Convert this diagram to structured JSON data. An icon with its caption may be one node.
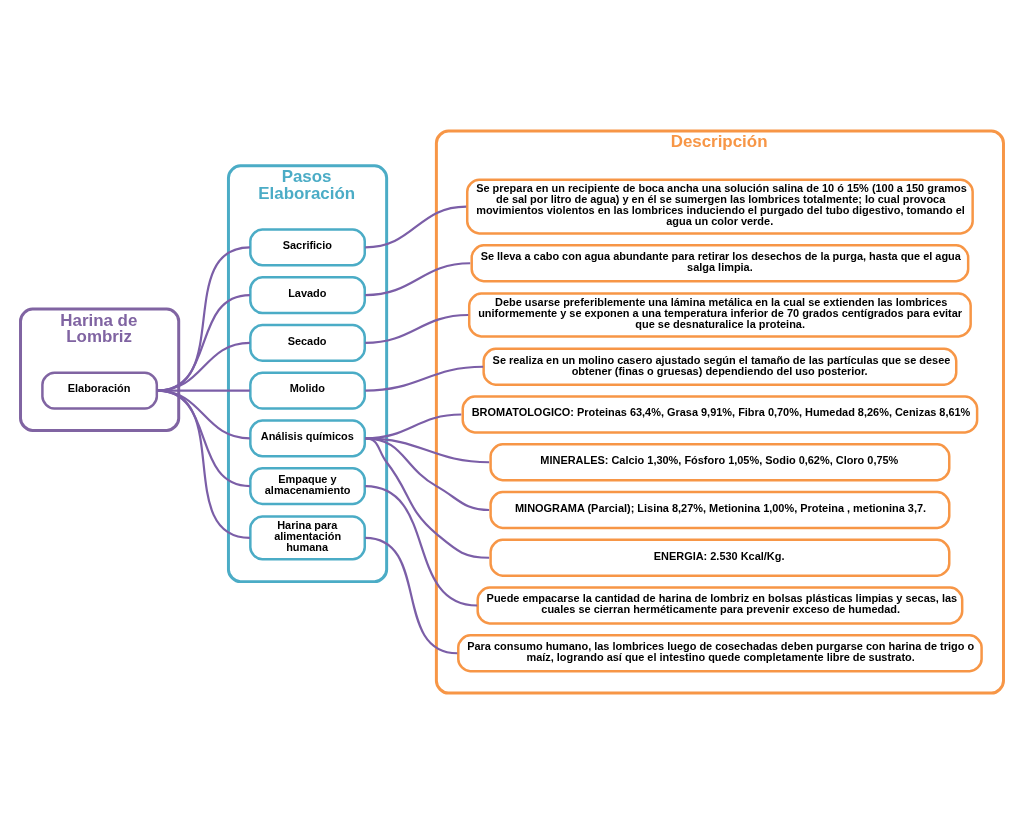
{
  "diagram": {
    "nodes": [
      {
        "text": [
          "Harina de Lombriz"
        ]
      },
      {
        "text": [
          "Elaboración"
        ],
        "in": 0
      },
      {
        "text": [
          "Pasos Elaboración"
        ]
      },
      {
        "text": [
          "Sacrificio"
        ],
        "in": 2
      },
      {
        "text": [
          "Lavado"
        ],
        "in": 2
      },
      {
        "text": [
          "Secado"
        ],
        "in": 2
      },
      {
        "text": [
          "Molido"
        ],
        "in": 2
      },
      {
        "text": [
          "Análisis químicos"
        ],
        "in": 2
      },
      {
        "text": [
          "Empaque y almacenamiento"
        ],
        "in": 2
      },
      {
        "text": [
          "Harina para alimentación humana"
        ],
        "in": 2
      },
      {
        "text": [
          "Descripción"
        ]
      },
      {
        "text": [
          "Se prepara en un recipiente de boca ancha una solución salina de 10 ó 15% (100 a 150 gramos de sal por litro de agua) y en él se sumergen las lombrices totalmente; lo cual provoca movimientos violentos en las lombrices induciendo el purgado del tubo digestivo, tomando el agua un color verde."
        ],
        "in": 10
      },
      {
        "text": [
          "Se lleva a cabo con agua abundante para retirar los desechos de la purga, hasta que el agua salga limpia."
        ],
        "in": 10
      },
      {
        "text": [
          "Debe usarse preferiblemente una lámina metálica en la cual se extienden las lombrices uniformemente y se exponen a una temperatura inferior de 70 grados centígrados para evitar que se desnaturalice la proteina."
        ],
        "in": 10
      },
      {
        "text": [
          "Se realiza en un molino casero ajustado según el tamaño de las partículas que se desee obtener (finas o gruesas) dependiendo del uso posterior."
        ],
        "in": 10
      },
      {
        "text": [
          "BROMATOLOGICO: Proteinas 63,4%, Grasa 9,91%, Fibra 0,70%, Humedad 8,26%, Cenizas 8,61%"
        ],
        "in": 10
      },
      {
        "text": [
          "MINERALES: Calcio 1,30%, Fósforo 1,05%, Sodio 0,62%, Cloro 0,75%"
        ],
        "in": 10
      },
      {
        "text": [
          "MINOGRAMA (Parcial); Lisina 8,27%, Metionina 1,00%, Proteina , metionina 3,7."
        ],
        "in": 10
      },
      {
        "text": [
          "ENERGIA: 2.530 Kcal/Kg."
        ],
        "in": 10
      },
      {
        "text": [
          "Puede empacarse la cantidad de harina de lombriz en bolsas plásticas limpias y secas, las cuales se cierran herméticamente para prevenir exceso de humedad."
        ],
        "in": 10
      },
      {
        "text": [
          "Para consumo humano, las lombrices luego de cosechadas deben purgarse con harina de trigo o maíz, logrando así que el intestino quede completamente libre de sustrato."
        ],
        "in": 10
      }
    ],
    "edges": [
      {
        "from": 1,
        "to": 3,
        "arrow": "none"
      },
      {
        "from": 1,
        "to": 4,
        "arrow": "none"
      },
      {
        "from": 1,
        "to": 5,
        "arrow": "none"
      },
      {
        "from": 1,
        "to": 6,
        "arrow": "none"
      },
      {
        "from": 1,
        "to": 7,
        "arrow": "none"
      },
      {
        "from": 1,
        "to": 8,
        "arrow": "none"
      },
      {
        "from": 1,
        "to": 9,
        "arrow": "none"
      },
      {
        "from": 3,
        "to": 11,
        "arrow": "none"
      },
      {
        "from": 4,
        "to": 12,
        "arrow": "none"
      },
      {
        "from": 5,
        "to": 13,
        "arrow": "none"
      },
      {
        "from": 6,
        "to": 14,
        "arrow": "none"
      },
      {
        "from": 7,
        "to": 15,
        "arrow": "none"
      },
      {
        "from": 7,
        "to": 16,
        "arrow": "none"
      },
      {
        "from": 7,
        "to": 17,
        "arrow": "none"
      },
      {
        "from": 7,
        "to": 18,
        "arrow": "none"
      },
      {
        "from": 8,
        "to": 19,
        "arrow": "none"
      },
      {
        "from": 9,
        "to": 20,
        "arrow": "none"
      }
    ]
  }
}
